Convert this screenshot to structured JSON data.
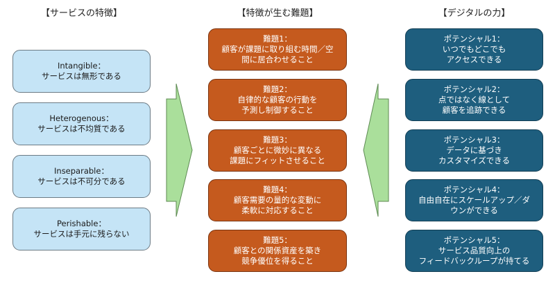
{
  "columns": {
    "features": {
      "heading": "【サービスの特徴】",
      "items": [
        {
          "line1": "Intangible：",
          "line2": "サービスは無形である"
        },
        {
          "line1": "Heterogenous：",
          "line2": "サービスは不均質である"
        },
        {
          "line1": "Inseparable：",
          "line2": "サービスは不可分である"
        },
        {
          "line1": "Perishable：",
          "line2": "サービスは手元に残らない"
        }
      ]
    },
    "challenges": {
      "heading": "【特徴が生む難題】",
      "items": [
        {
          "line1": "難題1：",
          "line2": "顧客が課題に取り組む時間／空",
          "line3": "間に居合わせること"
        },
        {
          "line1": "難題2：",
          "line2": "自律的な顧客の行動を",
          "line3": "予測し制御すること"
        },
        {
          "line1": "難題3：",
          "line2": "顧客ごとに微妙に異なる",
          "line3": "課題にフィットさせること"
        },
        {
          "line1": "難題4：",
          "line2": "顧客需要の量的な変動に",
          "line3": "柔軟に対応すること"
        },
        {
          "line1": "難題5：",
          "line2": "顧客との関係資産を築き",
          "line3": "競争優位を得ること"
        }
      ]
    },
    "potentials": {
      "heading": "【デジタルの力】",
      "items": [
        {
          "line1": "ポテンシャル1：",
          "line2": "いつでもどこでも",
          "line3": "アクセスできる"
        },
        {
          "line1": "ポテンシャル2：",
          "line2": "点ではなく線として",
          "line3": "顧客を追跡できる"
        },
        {
          "line1": "ポテンシャル3：",
          "line2": "データに基づき",
          "line3": "カスタマイズできる"
        },
        {
          "line1": "ポテンシャル4：",
          "line2": "自由自在にスケールアップ／ダ",
          "line3": "ウンができる"
        },
        {
          "line1": "ポテンシャル5：",
          "line2": "サービス品質向上の",
          "line3": "フィードバックループが持てる"
        }
      ]
    }
  },
  "arrows": {
    "left_to_center": "right-arrow",
    "right_to_center": "left-arrow"
  },
  "colors": {
    "feature_fill": "#C5E4F6",
    "challenge_fill": "#C55A1E",
    "potential_fill": "#1E5E7E",
    "arrow_fill": "#AADF9B"
  }
}
